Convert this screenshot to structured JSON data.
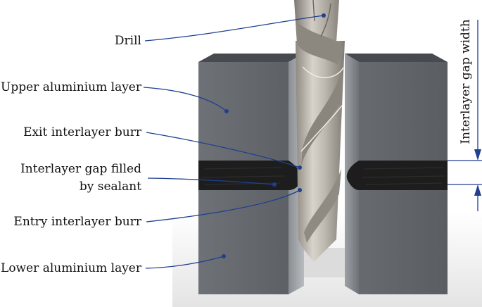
{
  "labels": {
    "drill": "Drill",
    "upper_layer": "Upper aluminium layer",
    "exit_burr": "Exit interlayer burr",
    "gap_line1": "Interlayer gap filled",
    "gap_line2": "by sealant",
    "entry_burr": "Entry interlayer burr",
    "lower_layer": "Lower aluminium layer",
    "gap_width": "Interlayer gap width"
  },
  "colors": {
    "leader": "#1f3f8f",
    "block_front": "#6b6f74",
    "block_top": "#4a4e53",
    "block_side": "#575b60",
    "sealant": "#1c1d1c",
    "drill": "#b8b3aa"
  }
}
